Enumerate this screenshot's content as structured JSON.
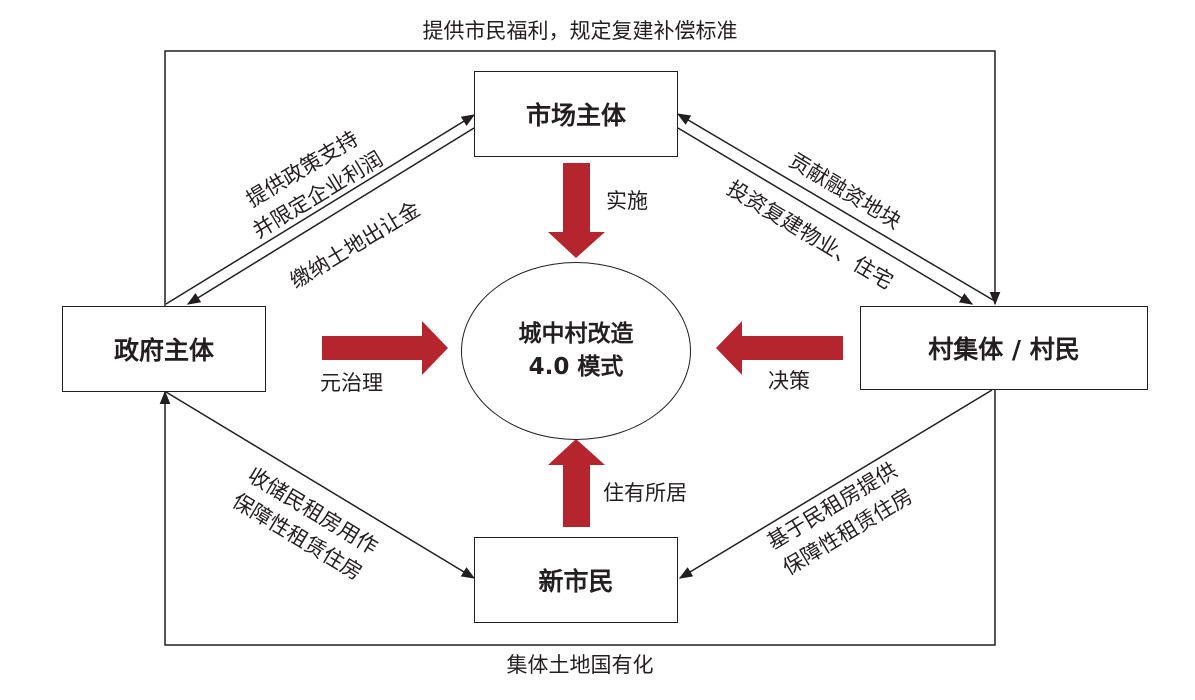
{
  "nodes": {
    "market": "市场主体",
    "government": "政府主体",
    "village": "村集体 / 村民",
    "new_citizen": "新市民",
    "center_line1": "城中村改造",
    "center_line2": "4.0 模式"
  },
  "outer_labels": {
    "top": "提供市民福利，规定复建补偿标准",
    "bottom": "集体土地国有化"
  },
  "edge_labels": {
    "gov_to_market_1": "提供政策支持",
    "gov_to_market_2": "并限定企业利润",
    "market_to_gov": "缴纳土地出让金",
    "village_to_market": "贡献融资地块",
    "market_to_village": "投资复建物业、住宅",
    "gov_to_new_1": "收储民租房用作",
    "gov_to_new_2": "保障性租赁住房",
    "village_to_new_1": "基于民租房提供",
    "village_to_new_2": "保障性租赁住房"
  },
  "center_arrows": {
    "from_market": "实施",
    "from_gov": "元治理",
    "from_village": "决策",
    "from_new_citizen": "住有所居"
  },
  "colors": {
    "arrow_red": "#b5252e",
    "line": "#231f20"
  }
}
